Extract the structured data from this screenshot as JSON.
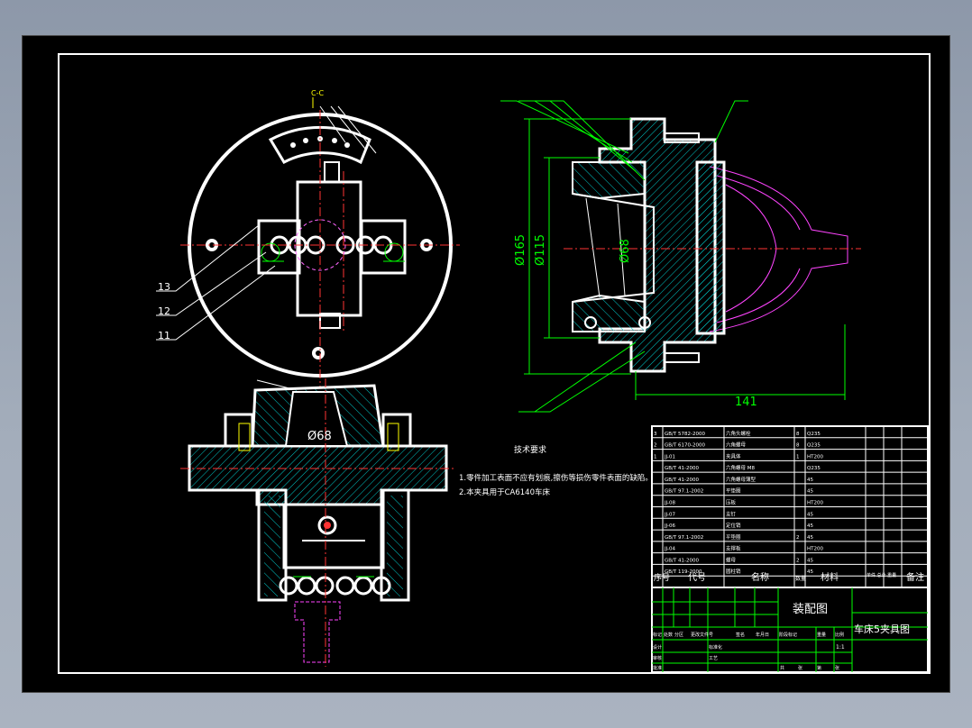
{
  "section_mark": "C-C",
  "part_numbers": [
    "13",
    "12",
    "11"
  ],
  "dimensions": {
    "d165": "Ø165",
    "d115": "Ø115",
    "d68_side": "Ø68",
    "d68_bottom": "Ø68",
    "len141": "141"
  },
  "tech_requirements": {
    "title": "技术要求",
    "lines": [
      "1.零件加工表面不应有划痕,擦伤等损伤零件表面的缺陷。",
      "2.本夹具用于CA6140车床"
    ]
  },
  "bom": {
    "rows": [
      [
        "3",
        "GB/T 5782-2000",
        "六角头螺栓",
        "8",
        "Q235",
        ""
      ],
      [
        "2",
        "GB/T 6170-2000",
        "六角螺母",
        "8",
        "Q235",
        ""
      ],
      [
        "1",
        "JJ-01",
        "夹具体",
        "1",
        "HT200",
        ""
      ],
      [
        "",
        "GB/T 41-2000",
        "六角螺母 M8",
        "",
        "Q235",
        ""
      ],
      [
        "",
        "GB/T 41-2000",
        "六角螺母薄型",
        "",
        "45",
        ""
      ],
      [
        "",
        "GB/T 97.1-2002",
        "平垫圈",
        "",
        "45",
        ""
      ],
      [
        "",
        "JJ-08",
        "压板",
        "",
        "HT200",
        ""
      ],
      [
        "",
        "JJ-07",
        "支钉",
        "",
        "45",
        ""
      ],
      [
        "",
        "JJ-06",
        "定位销",
        "",
        "45",
        ""
      ],
      [
        "",
        "GB/T 97.1-2002",
        "平垫圈",
        "2",
        "45",
        ""
      ],
      [
        "",
        "JJ-04",
        "支撑板",
        "",
        "HT200",
        ""
      ],
      [
        "",
        "GB/T 41-2000",
        "螺母",
        "2",
        "45",
        ""
      ],
      [
        "",
        "GB/T 119-2000",
        "圆柱销",
        "",
        "45",
        ""
      ]
    ],
    "header": {
      "seq": "序号",
      "code": "代号",
      "name": "名称",
      "qty": "数量",
      "material": "材料",
      "weight": "单件 总计 重量",
      "note": "备注"
    }
  },
  "title_block": {
    "drawing_type": "装配图",
    "drawing_name": "车床5夹具图",
    "fields": [
      "标记",
      "处数",
      "分区",
      "更改文件号",
      "签名",
      "年月日",
      "设计",
      "标准化",
      "阶段标记",
      "重量",
      "比例",
      "审核",
      "工艺",
      "批准",
      "共",
      "张",
      "第",
      "张"
    ],
    "scale": "1:1"
  }
}
